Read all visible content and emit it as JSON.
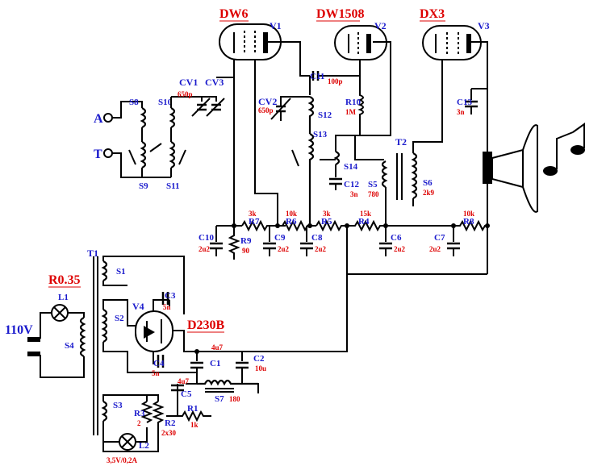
{
  "tubes": {
    "v1": {
      "type": "DW6",
      "name": "V1"
    },
    "v2": {
      "type": "DW1508",
      "name": "V2"
    },
    "v3": {
      "type": "DX3",
      "name": "V3"
    },
    "v4": {
      "name": "V4",
      "type": "D230B"
    }
  },
  "antenna": {
    "a": "A",
    "t": "T"
  },
  "coils": {
    "s8": "S8",
    "s9": "S9",
    "s10": "S10",
    "s11": "S11",
    "s12": "S12",
    "s13": "S13",
    "s14": "S14",
    "s5": "S5",
    "s5_val": "780",
    "s6": "S6",
    "s6_val": "2k9",
    "s7": "S7",
    "s7_val": "180",
    "s1": "S1",
    "s2": "S2",
    "s3": "S3",
    "s4": "S4"
  },
  "transformers": {
    "t1": "T1",
    "t2": "T2"
  },
  "capacitors": {
    "cv1": "CV1",
    "cv1_val": "650p",
    "cv3": "CV3",
    "cv2": "CV2",
    "cv2_val": "650p",
    "c11": "C11",
    "c11_val": "100p",
    "c12": "C12",
    "c12_val": "3n",
    "c13": "C13",
    "c13_val": "3n",
    "c10": "C10",
    "c10_val": "2u2",
    "c9": "C9",
    "c9_val": "2u2",
    "c8": "C8",
    "c8_val": "2u2",
    "c6": "C6",
    "c6_val": "2u2",
    "c7": "C7",
    "c7_val": "2u2",
    "c3": "C3",
    "c3_val": "5n",
    "c4": "C4",
    "c4_val": "5n",
    "c1": "C1",
    "c1_val": "4u7",
    "c2": "C2",
    "c2_val": "10u",
    "c5": "C5",
    "c5_val": "4u7"
  },
  "resistors": {
    "r10": "R10",
    "r10_val": "1M",
    "r7": "R7",
    "r7_val": "3k",
    "r6": "R6",
    "r6_val": "10k",
    "r5": "R5",
    "r5_val": "3k",
    "r4": "R4",
    "r4_val": "15k",
    "r8": "R8",
    "r8_val": "10k",
    "r9": "R9",
    "r9_val": "90",
    "r3": "R3",
    "r3_val": "2",
    "r2": "R2",
    "r2_val": "2x30",
    "r1": "R1",
    "r1_val": "1k"
  },
  "lamps": {
    "l1": "L1",
    "l1_val": "R0.35",
    "l2": "L2",
    "l2_val": "3,5V/0,2A"
  },
  "mains": {
    "voltage": "110V"
  },
  "colors": {
    "value_red": "#dd0000",
    "name_blue": "#1a1acc",
    "wire": "#000000"
  }
}
